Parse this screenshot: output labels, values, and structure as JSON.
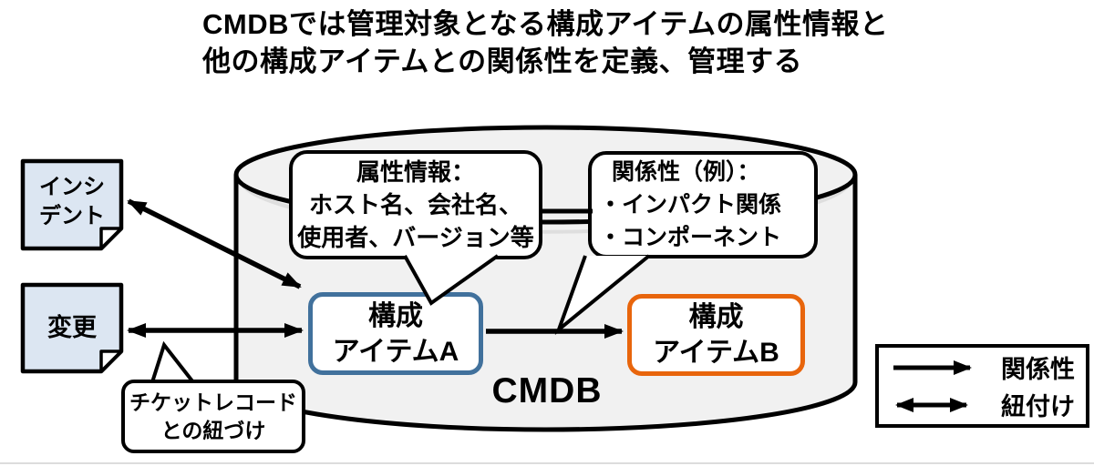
{
  "title": {
    "line1": "CMDBでは管理対象となる構成アイテムの属性情報と",
    "line2": "他の構成アイテムとの関係性を定義、管理する"
  },
  "cylinder": {
    "label": "CMDB"
  },
  "config_items": {
    "a": {
      "line1": "構成",
      "line2": "アイテムA"
    },
    "b": {
      "line1": "構成",
      "line2": "アイテムB"
    }
  },
  "callouts": {
    "attributes": {
      "lines": [
        "属性情報：",
        "ホスト名、会社名、",
        "使用者、バージョン等"
      ]
    },
    "relations": {
      "lines": [
        "関係性（例）：",
        "・インパクト関係",
        "・コンポーネント"
      ]
    },
    "ticket": {
      "lines": [
        "チケットレコード",
        "との紐づけ"
      ]
    }
  },
  "documents": {
    "incident": {
      "line1": "インシ",
      "line2": "デント"
    },
    "change": {
      "line1": "変更"
    }
  },
  "legend": {
    "items": [
      {
        "icon": "single-arrow",
        "label": "関係性"
      },
      {
        "icon": "double-arrow",
        "label": "紐付け"
      }
    ]
  },
  "colors": {
    "item-a-border": "#41719C",
    "item-b-border": "#E8650C",
    "doc-fill": "#DCE6F2",
    "cylinder-fill": "#F1F1F1",
    "line": "#000000"
  }
}
